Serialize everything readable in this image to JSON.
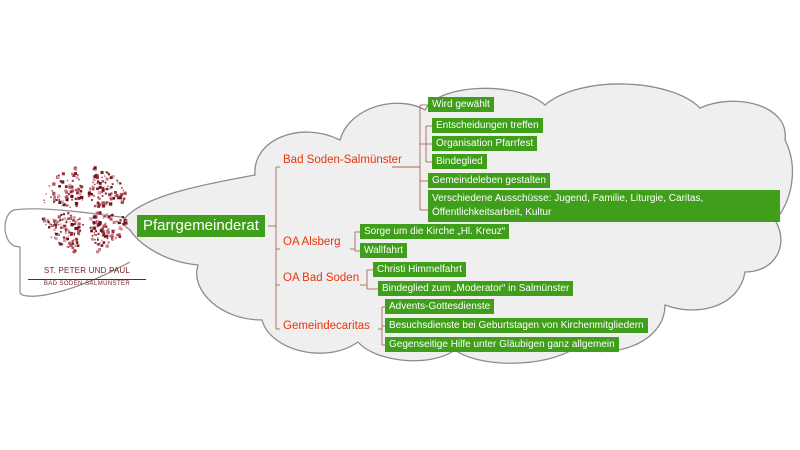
{
  "logo": {
    "line1": "ST. PETER UND PAUL",
    "line2": "BAD SODEN-SALMÜNSTER"
  },
  "root": {
    "label": "Pfarrgemeinderat"
  },
  "branches": [
    {
      "label": "Bad Soden-Salmünster",
      "items": [
        "Wird gewählt",
        "Entscheidungen treffen",
        "Organisation Pfarrfest",
        "Bindeglied",
        "Gemeindeleben gestalten",
        "Verschiedene Ausschüsse: Jugend, Familie, Liturgie, Caritas, Öffentlichkeitsarbeit, Kultur"
      ]
    },
    {
      "label": "OA Alsberg",
      "items": [
        "Sorge um die Kirche „Hl. Kreuz“",
        "Wallfahrt"
      ]
    },
    {
      "label": "OA Bad Soden",
      "items": [
        "Christi Himmelfahrt",
        "Bindeglied zum „Moderator“ in Salmünster"
      ]
    },
    {
      "label": "Gemeindecaritas",
      "items": [
        "Advents-Gottesdienste",
        "Besuchsdienste bei Geburtstagen von Kirchenmitgliedern",
        "Gegenseitige Hilfe unter Gläubigen ganz allgemein"
      ]
    }
  ],
  "colors": {
    "node_fill": "#3f9e1a",
    "branch_text": "#e8350a",
    "cloud_fill": "#efefef",
    "cloud_stroke": "#8c8c8c",
    "logo": "#7a1b20"
  }
}
